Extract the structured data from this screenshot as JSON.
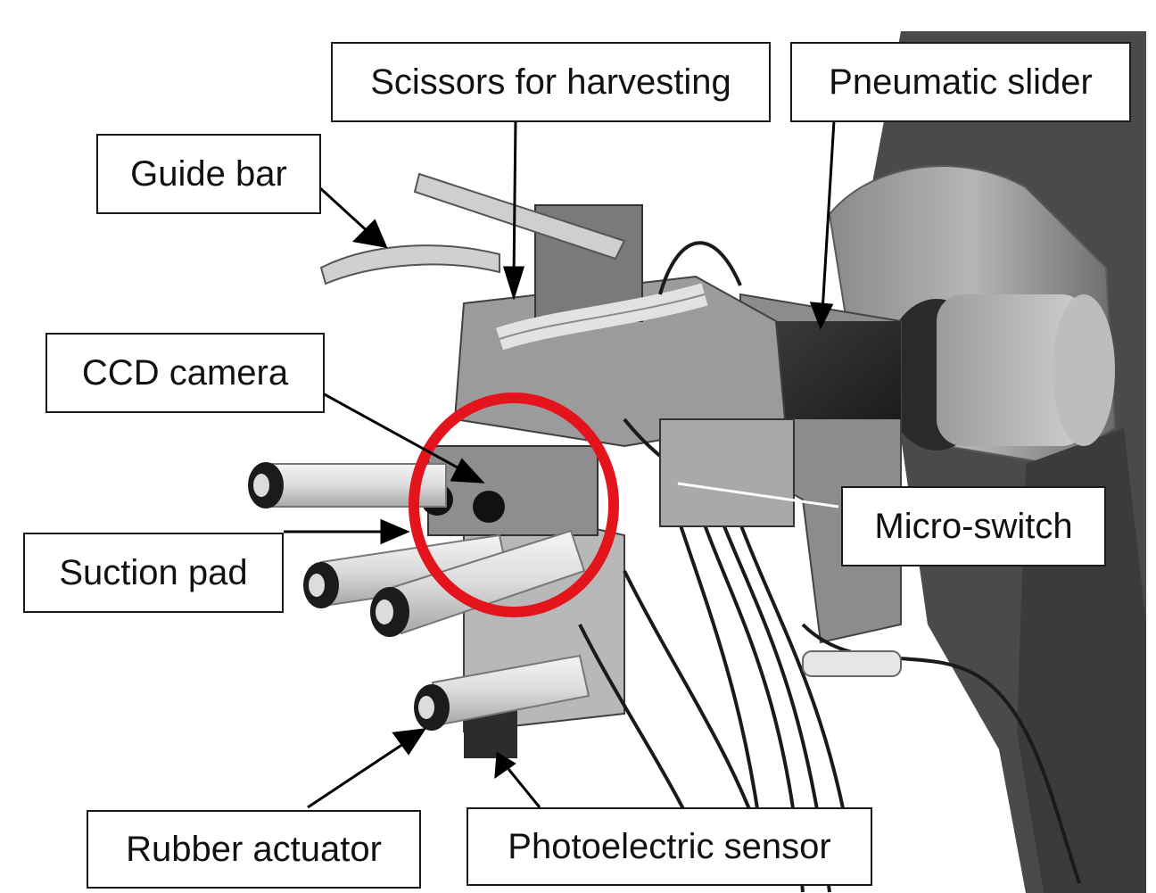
{
  "labels": {
    "scissors": "Scissors for harvesting",
    "pneumatic_slider": "Pneumatic slider",
    "guide_bar": "Guide bar",
    "ccd_camera": "CCD camera",
    "micro_switch": "Micro-switch",
    "suction_pad": "Suction pad",
    "rubber_actuator": "Rubber actuator",
    "photoelectric_sensor": "Photoelectric sensor"
  },
  "colors": {
    "highlight_circle": "#e3141b",
    "photo_background": "#ffffff",
    "arrow": "#000000"
  }
}
